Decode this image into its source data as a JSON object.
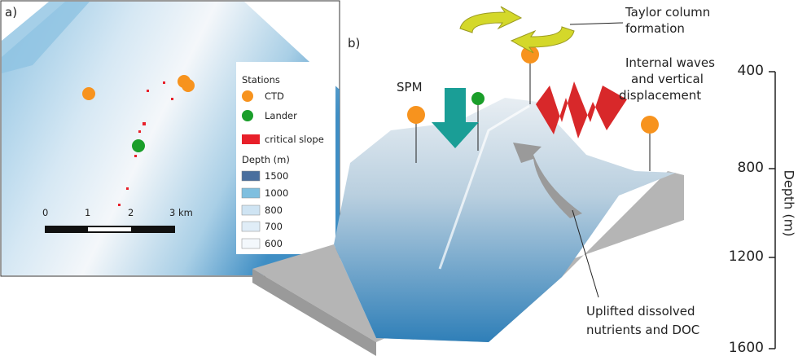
{
  "panel_a": {
    "label": "a)",
    "legend": {
      "stations_title": "Stations",
      "stations": [
        {
          "label": "CTD",
          "color": "#f7931e"
        },
        {
          "label": "Lander",
          "color": "#1a9e2a"
        }
      ],
      "critical_slope": {
        "label": "critical slope",
        "color": "#e8202a"
      },
      "depth_title": "Depth (m)",
      "depth": [
        {
          "label": "1500",
          "color": "#4a6f9e"
        },
        {
          "label": "1000",
          "color": "#7fbfdf"
        },
        {
          "label": "800",
          "color": "#cfe4f3"
        },
        {
          "label": "700",
          "color": "#e0edf7"
        },
        {
          "label": "600",
          "color": "#f3f8fc"
        }
      ]
    },
    "scale_bar": {
      "ticks": [
        "0",
        "1",
        "2",
        "3 km"
      ]
    }
  },
  "panel_b": {
    "label": "b)",
    "annotations": {
      "taylor": [
        "Taylor column",
        "formation"
      ],
      "spm": "SPM",
      "waves": [
        "Internal waves",
        "and vertical",
        "displacement"
      ],
      "uplift": [
        "Uplifted dissolved",
        "nutrients and DOC"
      ]
    },
    "depth_axis": {
      "title": "Depth (m)",
      "ticks": [
        "400",
        "800",
        "1200",
        "1600"
      ]
    },
    "colors": {
      "arrow_taylor": "#d4d82a",
      "arrow_spm": "#1a9e96",
      "arrow_waves": "#d8282a",
      "arrow_uplift": "#9a9a9a",
      "marker_ctd": "#f7931e",
      "marker_lander": "#1a9e2a"
    }
  }
}
